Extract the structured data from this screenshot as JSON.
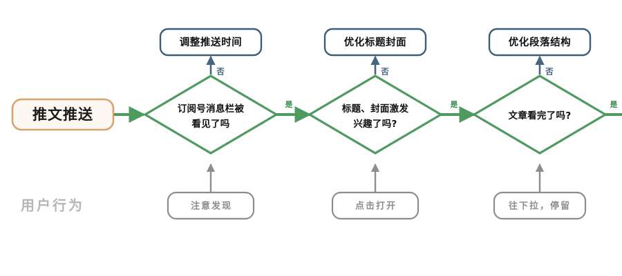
{
  "diagram": {
    "title_area": {
      "section_label": "用户行为"
    },
    "start_node": {
      "label": "推文推送",
      "border_color": "#d9a46c",
      "fill_color": "#fdf8f2"
    },
    "decisions": [
      {
        "id": "decision-1",
        "label_lines": [
          "订阅号消息栏被",
          "看见了吗"
        ],
        "yes_label": "是",
        "no_label": "否",
        "color": "#4e9a5f"
      },
      {
        "id": "decision-2",
        "label_lines": [
          "标题、封面激发",
          "兴趣了吗?"
        ],
        "yes_label": "是",
        "no_label": "否",
        "color": "#4e9a5f"
      },
      {
        "id": "decision-3",
        "label_lines": [
          "文章看完了吗?"
        ],
        "yes_label": "是",
        "no_label": "否",
        "color": "#4e9a5f"
      }
    ],
    "fix_nodes": [
      {
        "id": "fix-1",
        "label": "调整推送时间",
        "border_color": "#3c5e75"
      },
      {
        "id": "fix-2",
        "label": "优化标题封面",
        "border_color": "#3c5e75"
      },
      {
        "id": "fix-3",
        "label": "优化段落结构",
        "border_color": "#3c5e75"
      }
    ],
    "behavior_nodes": [
      {
        "id": "behavior-1",
        "label": "注意发现",
        "border_color": "#8d8d8d"
      },
      {
        "id": "behavior-2",
        "label": "点击打开",
        "border_color": "#8d8d8d"
      },
      {
        "id": "behavior-3",
        "label": "往下拉，停留",
        "border_color": "#8d8d8d"
      }
    ],
    "palette": {
      "flow_green": "#4e9a5f",
      "fix_blue": "#47657f",
      "behavior_gray": "#8d8d8d",
      "start_tan": "#d9a46c",
      "background": "#ffffff"
    }
  }
}
